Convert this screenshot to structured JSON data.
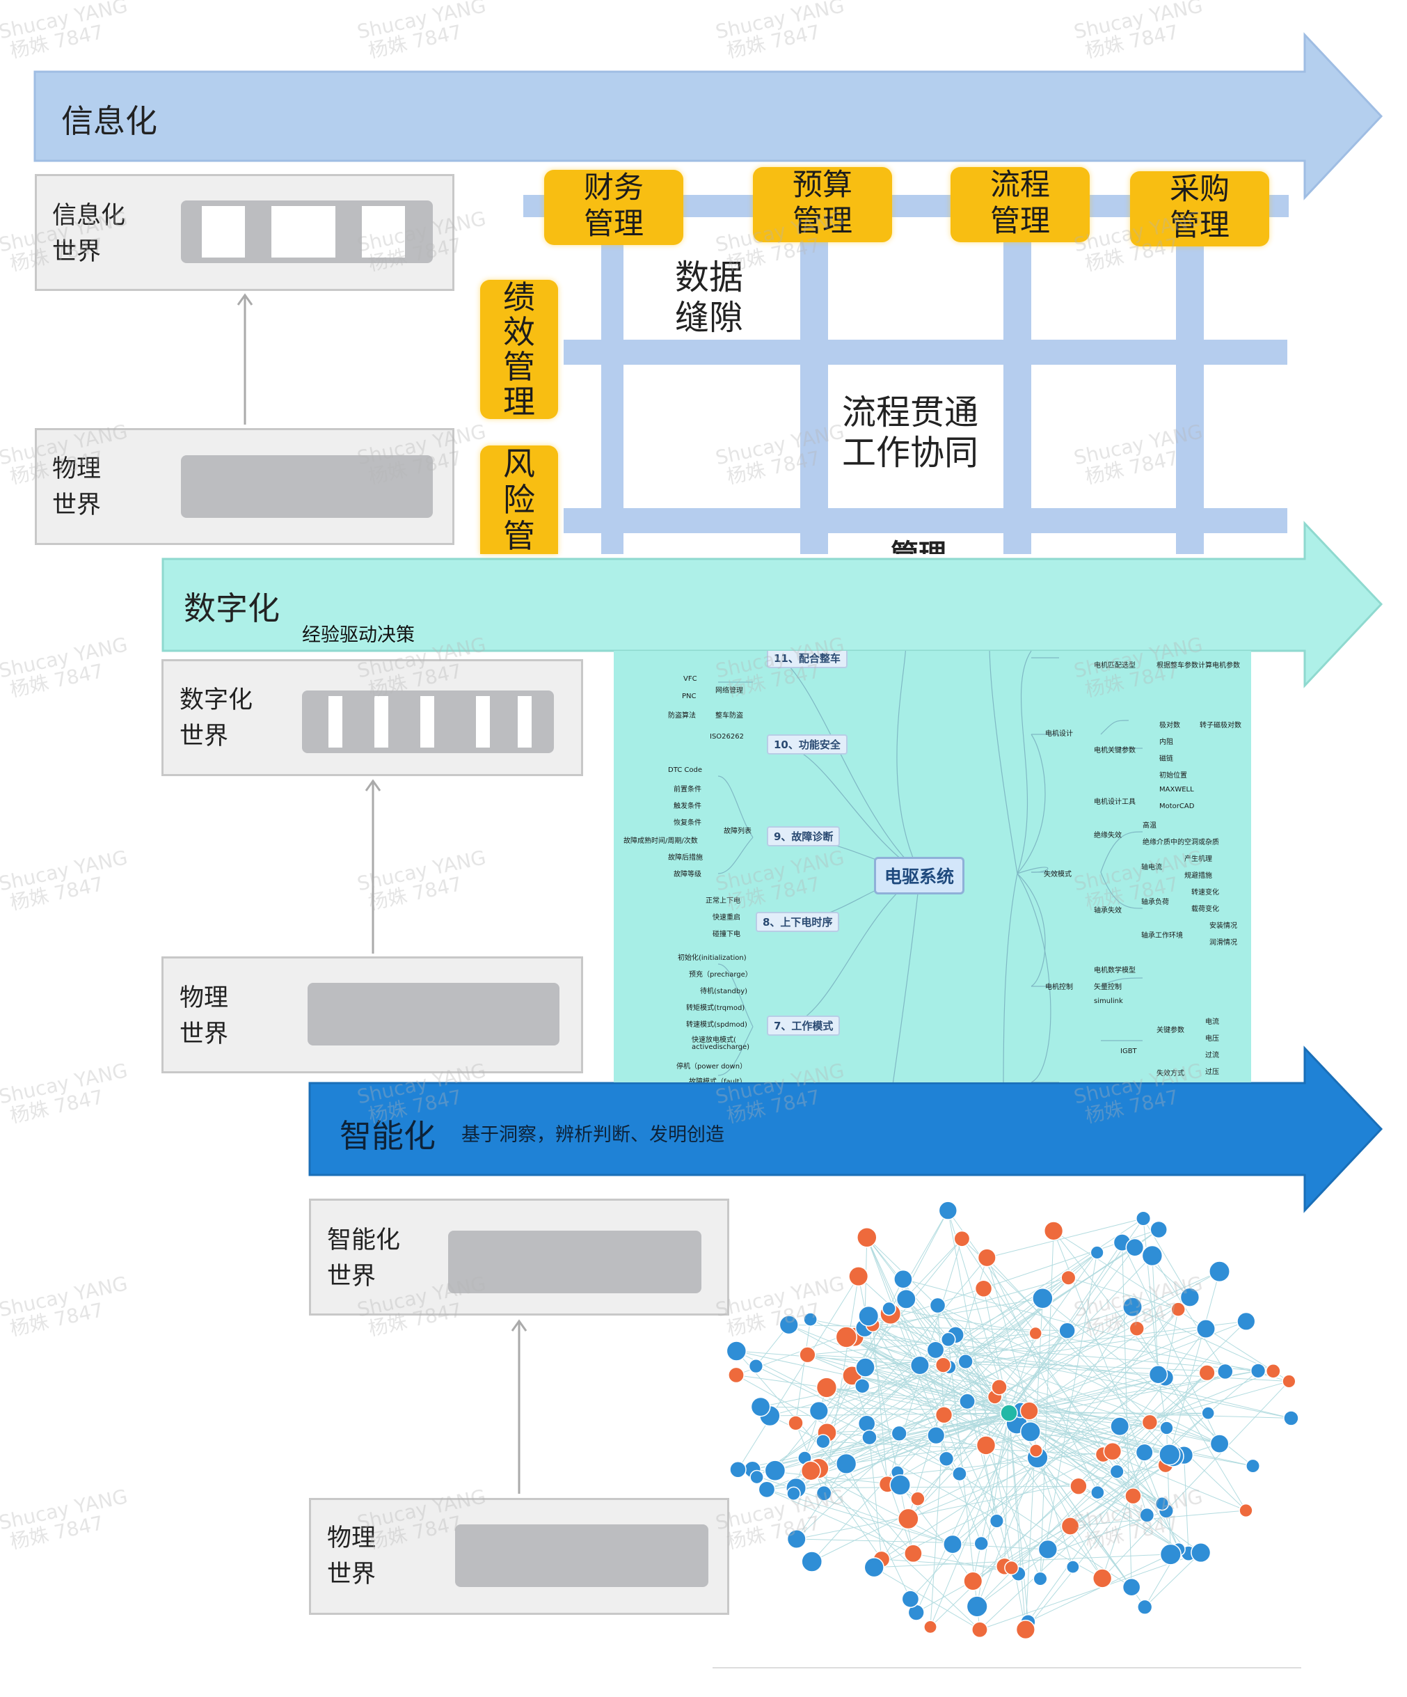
{
  "bands": [
    {
      "title": "信息化",
      "subtitle": "",
      "color": "#b4cfee"
    },
    {
      "title": "数字化",
      "subtitle": "经验驱动决策",
      "color": "#aef0e8"
    },
    {
      "title": "智能化",
      "subtitle": "基于洞察，辨析判断、发明创造",
      "color": "#1f82d6"
    }
  ],
  "stages": [
    {
      "upper": [
        "信息化",
        "世界"
      ],
      "lower": [
        "物理",
        "世界"
      ]
    },
    {
      "upper": [
        "数字化",
        "世界"
      ],
      "lower": [
        "物理",
        "世界"
      ]
    },
    {
      "upper": [
        "智能化",
        "世界"
      ],
      "lower": [
        "物理",
        "世界"
      ]
    }
  ],
  "info_grid": {
    "top_boxes": [
      [
        "财务",
        "管理"
      ],
      [
        "预算",
        "管理"
      ],
      [
        "流程",
        "管理"
      ],
      [
        "采购",
        "管理"
      ]
    ],
    "side_boxes": [
      [
        "绩",
        "效",
        "管",
        "理"
      ],
      [
        "风",
        "险",
        "管"
      ]
    ],
    "gap_text": [
      "数据",
      "缝隙"
    ],
    "flow_text": [
      "流程贯通",
      "工作协同"
    ],
    "bottom_partial": "管理"
  },
  "mindmap": {
    "center": "电驱系统",
    "branches": [
      "11、配合整车",
      "10、功能安全",
      "9、故障诊断",
      "8、上下电时序",
      "7、工作模式"
    ],
    "left_leaves": [
      "VFC",
      "PNC",
      "防盗算法",
      "网络管理",
      "整车防盗",
      "ISO26262",
      "DTC Code",
      "前置条件",
      "触发条件",
      "恢复条件",
      "故障成熟时间/周期/次数",
      "故障后措施",
      "故障等级",
      "故障列表",
      "正常上下电",
      "快速重启",
      "碰撞下电",
      "初始化(initialization)",
      "预充（precharge）",
      "待机(standby)",
      "转矩模式(trqmod)",
      "转速模式(spdmod)",
      "快速放电模式(",
      "activedischarge)",
      "停机（power down）",
      "故障模式（fault）"
    ],
    "right_leaves": [
      "电机匹配选型",
      "根据整车参数计算电机参数",
      "电机设计",
      "极对数",
      "转子磁极对数",
      "内阻",
      "磁链",
      "初始位置",
      "电机关键参数",
      "MAXWELL",
      "电机设计工具",
      "MotorCAD",
      "高温",
      "绝缘失效",
      "绝缘介质中的空洞或杂质",
      "产生机理",
      "轴电流",
      "规避措施",
      "失效模式",
      "转速变化",
      "轴承失效",
      "轴承负荷",
      "载荷变化",
      "安装情况",
      "轴承工作环境",
      "润滑情况",
      "电机数学模型",
      "电机控制",
      "矢量控制",
      "simulink",
      "电流",
      "关键参数",
      "电压",
      "IGBT",
      "过流",
      "失效方式",
      "过压"
    ]
  },
  "watermark": [
    "Shucay YANG",
    "杨姝 7847"
  ]
}
